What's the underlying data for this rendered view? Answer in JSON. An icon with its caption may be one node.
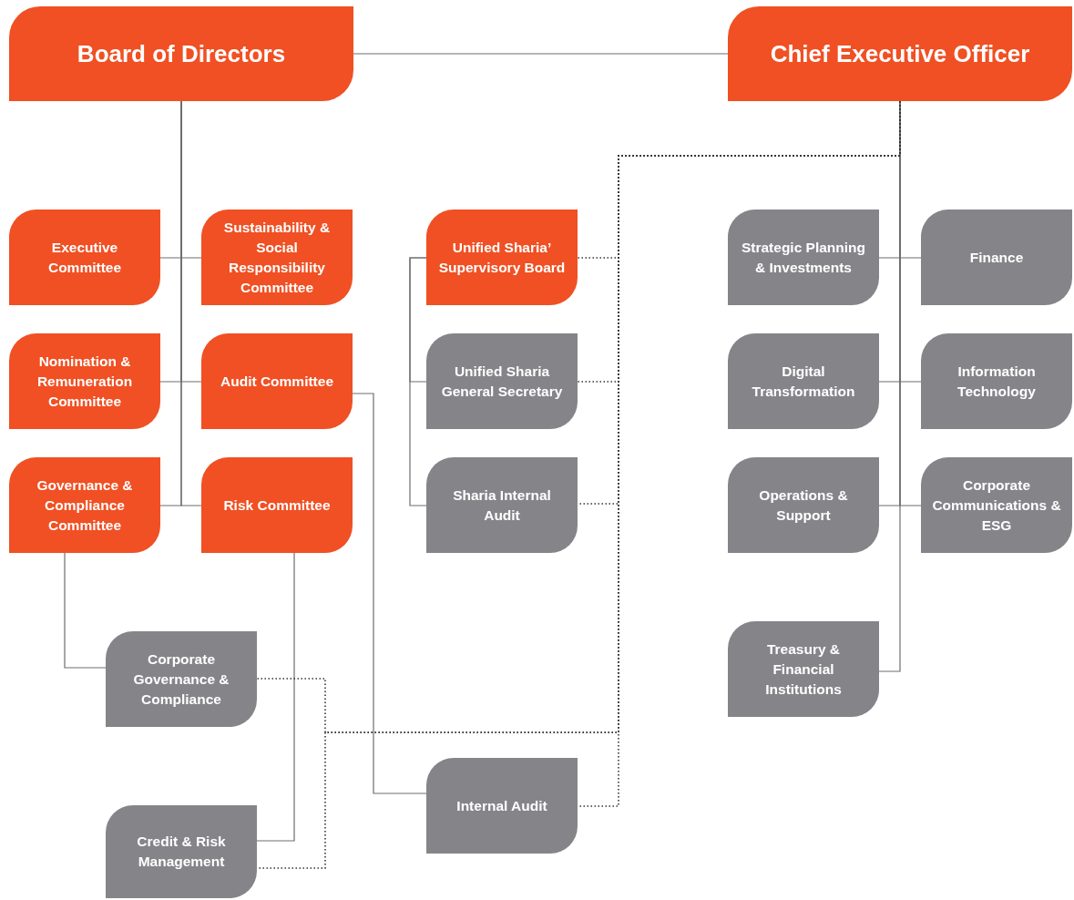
{
  "diagram": {
    "nodes": [
      {
        "text": [
          "Board of Directors"
        ]
      },
      {
        "text": [
          "Chief Executive Officer"
        ]
      },
      {
        "text": [
          "Executive Committee"
        ]
      },
      {
        "text": [
          "Sustainability & Social Responsibility Committee"
        ]
      },
      {
        "text": [
          "Nomination & Remuneration Committee"
        ]
      },
      {
        "text": [
          "Audit Committee"
        ]
      },
      {
        "text": [
          "Governance & Compliance Committee"
        ]
      },
      {
        "text": [
          "Risk Committee"
        ]
      },
      {
        "text": [
          "Unified Sharia’ Supervisory Board"
        ]
      },
      {
        "text": [
          "Unified Sharia General Secretary"
        ]
      },
      {
        "text": [
          "Sharia Internal Audit"
        ]
      },
      {
        "text": [
          "Strategic Planning & Investments"
        ]
      },
      {
        "text": [
          "Finance"
        ]
      },
      {
        "text": [
          "Digital Transformation"
        ]
      },
      {
        "text": [
          "Information Technology"
        ]
      },
      {
        "text": [
          "Operations & Support"
        ]
      },
      {
        "text": [
          "Corporate Communications & ESG"
        ]
      },
      {
        "text": [
          "Treasury & Financial Institutions"
        ]
      },
      {
        "text": [
          "Corporate Governance & Compliance"
        ]
      },
      {
        "text": [
          "Internal Audit"
        ]
      },
      {
        "text": [
          "Credit & Risk Management"
        ]
      }
    ],
    "edges": [
      {
        "from": 0,
        "to": 1,
        "arrow": "none"
      },
      {
        "from": 0,
        "to": 2,
        "arrow": "none"
      },
      {
        "from": 0,
        "to": 3,
        "arrow": "none"
      },
      {
        "from": 0,
        "to": 4,
        "arrow": "none"
      },
      {
        "from": 0,
        "to": 5,
        "arrow": "none"
      },
      {
        "from": 0,
        "to": 6,
        "arrow": "none"
      },
      {
        "from": 0,
        "to": 7,
        "arrow": "none"
      },
      {
        "from": 8,
        "to": 9,
        "arrow": "none"
      },
      {
        "from": 8,
        "to": 10,
        "arrow": "none"
      },
      {
        "from": 1,
        "to": 11,
        "arrow": "none"
      },
      {
        "from": 1,
        "to": 12,
        "arrow": "none"
      },
      {
        "from": 1,
        "to": 13,
        "arrow": "none"
      },
      {
        "from": 1,
        "to": 14,
        "arrow": "none"
      },
      {
        "from": 1,
        "to": 15,
        "arrow": "none"
      },
      {
        "from": 1,
        "to": 16,
        "arrow": "none"
      },
      {
        "from": 1,
        "to": 17,
        "arrow": "none"
      },
      {
        "from": 6,
        "to": 18,
        "arrow": "none"
      },
      {
        "from": 7,
        "to": 20,
        "arrow": "none"
      },
      {
        "from": 5,
        "to": 19,
        "arrow": "none"
      },
      {
        "from": 1,
        "to": 8,
        "arrow": "none",
        "style": "dashed",
        "color": "#333333"
      },
      {
        "from": 1,
        "to": 9,
        "arrow": "none",
        "style": "dashed",
        "color": "#333333"
      },
      {
        "from": 1,
        "to": 10,
        "arrow": "none",
        "style": "dashed",
        "color": "#333333"
      },
      {
        "from": 1,
        "to": 19,
        "arrow": "none",
        "style": "dashed",
        "color": "#333333"
      },
      {
        "from": 1,
        "to": 18,
        "arrow": "none",
        "style": "dashed",
        "color": "#333333"
      },
      {
        "from": 1,
        "to": 20,
        "arrow": "none",
        "style": "dashed",
        "color": "#333333"
      }
    ]
  }
}
